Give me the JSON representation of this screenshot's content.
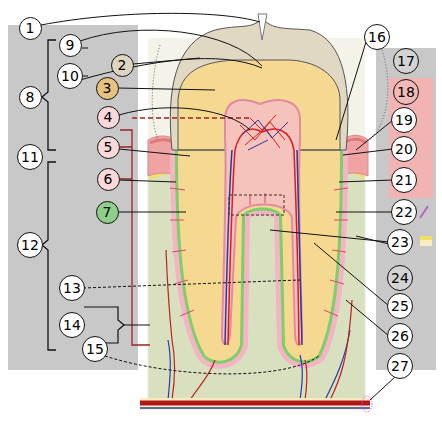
{
  "diagram": {
    "nodes": [
      {
        "text": [
          "1"
        ]
      },
      {
        "text": [
          "2"
        ]
      },
      {
        "text": [
          "3"
        ]
      },
      {
        "text": [
          "4"
        ]
      },
      {
        "text": [
          "5"
        ]
      },
      {
        "text": [
          "6"
        ]
      },
      {
        "text": [
          "7"
        ]
      },
      {
        "text": [
          "8"
        ]
      },
      {
        "text": [
          "9"
        ]
      },
      {
        "text": [
          "10"
        ]
      },
      {
        "text": [
          "11"
        ]
      },
      {
        "text": [
          "12"
        ]
      },
      {
        "text": [
          "13"
        ]
      },
      {
        "text": [
          "14"
        ]
      },
      {
        "text": [
          "15"
        ]
      },
      {
        "text": [
          "16"
        ]
      },
      {
        "text": [
          "17"
        ]
      },
      {
        "text": [
          "18"
        ]
      },
      {
        "text": [
          "19"
        ]
      },
      {
        "text": [
          "20"
        ]
      },
      {
        "text": [
          "21"
        ]
      },
      {
        "text": [
          "22"
        ]
      },
      {
        "text": [
          "23"
        ]
      },
      {
        "text": [
          "24"
        ]
      },
      {
        "text": [
          "25"
        ]
      },
      {
        "text": [
          "26"
        ]
      },
      {
        "text": [
          "27"
        ]
      }
    ]
  }
}
